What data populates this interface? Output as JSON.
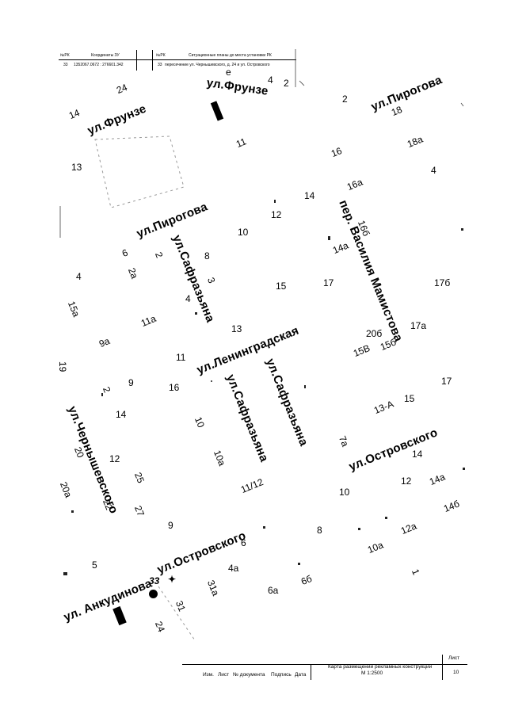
{
  "header": {
    "col1_title": "№РК",
    "col2_title": "Координаты ЗУ",
    "col3_title": "№РК",
    "col4_title": "Ситуационные планы до места установки РК",
    "row_num": "33",
    "row_coords": "1352067.0672 : 276601.342",
    "row_num2": "33",
    "row_address": "пересечение ул. Чернышевского, д. 24 и ул. Островского"
  },
  "streets": [
    {
      "id": "frunze-1",
      "label": "ул.Фрунзе"
    },
    {
      "id": "frunze-2",
      "label": "ул.Фрунзе"
    },
    {
      "id": "pirogova-1",
      "label": "ул.Пирогова"
    },
    {
      "id": "pirogova-2",
      "label": "ул.Пирогова"
    },
    {
      "id": "safrazyana-1",
      "label": "ул.Сафразьяна"
    },
    {
      "id": "safrazyana-2",
      "label": "ул.Сафразьяна"
    },
    {
      "id": "safrazyana-3",
      "label": "ул.Сафразьяна"
    },
    {
      "id": "leningradskaya",
      "label": "ул.Ленинградская"
    },
    {
      "id": "mamistova",
      "label": "пер. Василия Мамистова"
    },
    {
      "id": "ostrovskogo-1",
      "label": "ул.Островского"
    },
    {
      "id": "ostrovskogo-2",
      "label": "ул.Островского"
    },
    {
      "id": "chernyshevskogo",
      "label": "ул.Чернышевского"
    },
    {
      "id": "ankudinova",
      "label": "ул. Анкудинова"
    }
  ],
  "house_numbers": [
    "24",
    "14",
    "13",
    "e",
    "4",
    "2",
    "2",
    "18",
    "18а",
    "4",
    "11",
    "16",
    "16а",
    "14",
    "12",
    "10",
    "16б",
    "14а",
    "6",
    "2",
    "8",
    "4",
    "2а",
    "3",
    "15",
    "17",
    "17б",
    "15а",
    "11а",
    "4",
    "9а",
    "13",
    "20б",
    "17а",
    "15В",
    "15б",
    "11",
    "19",
    "9",
    "16",
    "2",
    "14",
    "10",
    "10а",
    "13-А",
    "15",
    "17",
    "20",
    "12",
    "25",
    "7а",
    "14",
    "20а",
    "22",
    "27",
    "11/12",
    "10",
    "12",
    "14а",
    "14б",
    "9",
    "6",
    "8",
    "10а",
    "12а",
    "5",
    "4а",
    "31а",
    "6а",
    "6б",
    "33",
    "31",
    "24",
    "1"
  ],
  "marker_label": "33",
  "stamp": {
    "sheet_label": "Лист",
    "sheet_num": "10",
    "title": "Карта размещений рекламных конструкций",
    "scale": "М 1:2500",
    "cols": [
      "Изм.",
      "Лист",
      "№ документа",
      "Подпись",
      "Дата"
    ]
  }
}
